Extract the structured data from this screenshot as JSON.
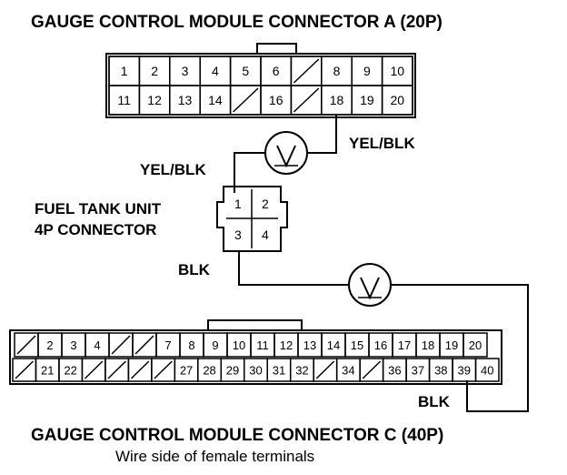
{
  "connector_a": {
    "title": "GAUGE CONTROL MODULE CONNECTOR A (20P)",
    "row1": [
      "1",
      "2",
      "3",
      "4",
      "5",
      "6",
      "",
      "8",
      "9",
      "10"
    ],
    "row2": [
      "11",
      "12",
      "13",
      "14",
      "",
      "16",
      "",
      "18",
      "19",
      "20"
    ]
  },
  "fuel_tank": {
    "title_line1": "FUEL TANK UNIT",
    "title_line2": "4P CONNECTOR",
    "pins": [
      "1",
      "2",
      "3",
      "4"
    ]
  },
  "wires": {
    "yel_blk_right": "YEL/BLK",
    "yel_blk_left": "YEL/BLK",
    "blk_left": "BLK",
    "blk_bottom": "BLK"
  },
  "meter_symbol": "V",
  "connector_c": {
    "title": "GAUGE CONTROL MODULE CONNECTOR C (40P)",
    "subtitle": "Wire side of female terminals",
    "row1": [
      "",
      "2",
      "3",
      "4",
      "",
      "",
      "7",
      "8",
      "9",
      "10",
      "11",
      "12",
      "13",
      "14",
      "15",
      "16",
      "17",
      "18",
      "19",
      "20"
    ],
    "row2": [
      "",
      "21",
      "22",
      "",
      "",
      "",
      "",
      "27",
      "28",
      "29",
      "30",
      "31",
      "32",
      "",
      "34",
      "",
      "36",
      "37",
      "38",
      "39",
      "40"
    ]
  }
}
